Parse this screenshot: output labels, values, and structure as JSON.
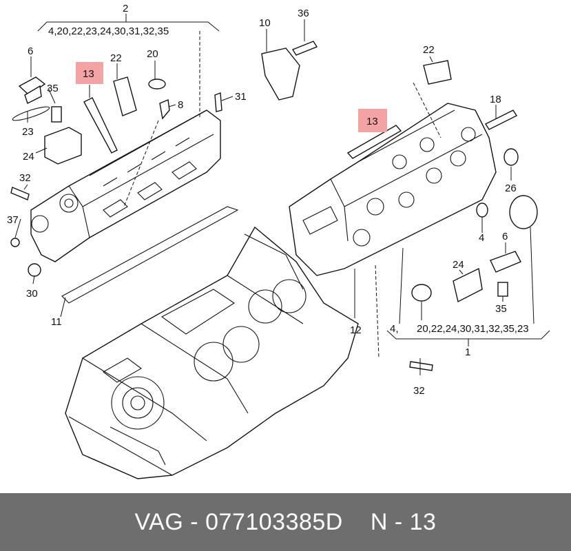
{
  "diagram": {
    "labels": {
      "n2": "2",
      "n2_list": "4,20,22,23,24,30,31,32,35",
      "n6": "6",
      "n35a": "35",
      "n23": "23",
      "n24a": "24",
      "n13a": "13",
      "n22a": "22",
      "n20": "20",
      "n8": "8",
      "n31": "31",
      "n32a": "32",
      "n37": "37",
      "n30": "30",
      "n11": "11",
      "n10": "10",
      "n36": "36",
      "n22b": "22",
      "n18": "18",
      "n13b": "13",
      "n26": "26",
      "n4": "4",
      "n6b": "6",
      "n24b": "24",
      "n35b": "35",
      "n12": "12",
      "n1_list_a": "4,",
      "n1_list_b": "20,22,24,30,31,32,35,23",
      "n1": "1",
      "n32b": "32"
    },
    "highlight_color": "#f3a3a3"
  },
  "footer": {
    "brand": "VAG",
    "separator": "-",
    "part_number": "077103385D",
    "position_label": "N - 13"
  }
}
